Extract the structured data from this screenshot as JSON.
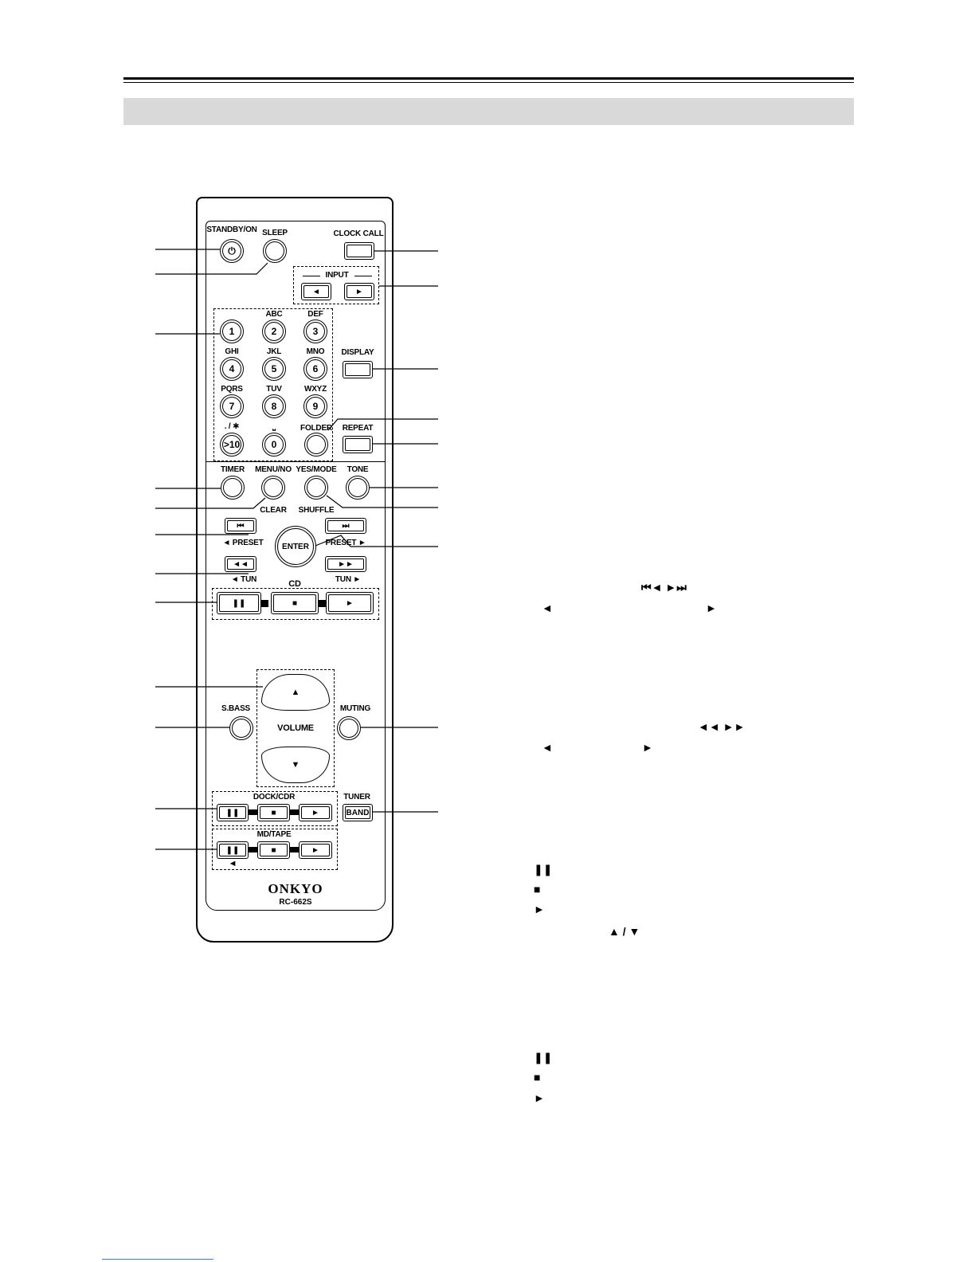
{
  "remote": {
    "standby_label": "STANDBY/ON",
    "sleep_label": "SLEEP",
    "clock_call_label": "CLOCK CALL",
    "input_label": "INPUT",
    "power_glyph": "⏻",
    "left_glyph": "◄",
    "right_glyph": "►",
    "keys": [
      {
        "letters": "",
        "num": "1"
      },
      {
        "letters": "ABC",
        "num": "2"
      },
      {
        "letters": "DEF",
        "num": "3"
      },
      {
        "letters": "GHI",
        "num": "4"
      },
      {
        "letters": "JKL",
        "num": "5"
      },
      {
        "letters": "MNO",
        "num": "6"
      },
      {
        "letters": "PQRS",
        "num": "7"
      },
      {
        "letters": "TUV",
        "num": "8"
      },
      {
        "letters": "WXYZ",
        "num": "9"
      },
      {
        "letters": ". / ✱",
        "num": ">10"
      },
      {
        "letters": "⎵",
        "num": "0"
      }
    ],
    "display_label": "DISPLAY",
    "folder_label": "FOLDER",
    "repeat_label": "REPEAT",
    "timer_label": "TIMER",
    "menu_no_label": "MENU/NO",
    "yes_mode_label": "YES/MODE",
    "tone_label": "TONE",
    "clear_label": "CLEAR",
    "shuffle_label": "SHUFFLE",
    "prev_glyph": "⏮",
    "next_glyph": "⏭",
    "preset_left_label": "◄ PRESET",
    "preset_right_label": "PRESET ►",
    "enter_label": "ENTER",
    "rew_glyph": "◄◄",
    "ff_glyph": "►►",
    "tun_left_label": "◄ TUN",
    "tun_right_label": "TUN ►",
    "cd_label": "CD",
    "pause_glyph": "❚❚",
    "stop_glyph": "■",
    "play_glyph": "►",
    "vol_up_glyph": "▲",
    "vol_down_glyph": "▼",
    "volume_label": "VOLUME",
    "sbass_label": "S.BASS",
    "muting_label": "MUTING",
    "dock_cdr_label": "DOCK/CDR",
    "tuner_label": "TUNER",
    "band_label": "BAND",
    "md_tape_label": "MD/TAPE",
    "rec_glyph": "◄",
    "brand": "ONKYO",
    "model": "RC-662S"
  },
  "side_symbols": {
    "skip": "⏮◄   ►⏭",
    "preset_left": "◄",
    "preset_right": "►",
    "scan": "◄◄   ►►",
    "tun_left": "◄",
    "tun_right": "►",
    "pause1": "❚❚",
    "stop1": "■",
    "play1": "►",
    "updown": "▲ / ▼",
    "pause2": "❚❚",
    "stop2": "■",
    "play2": "►"
  }
}
